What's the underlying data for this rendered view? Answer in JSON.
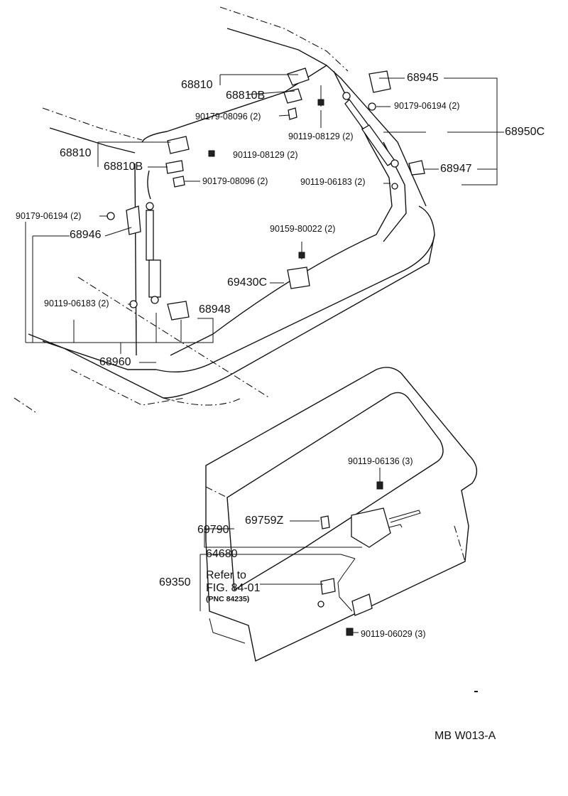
{
  "labels": {
    "p68810_a": "68810",
    "p68810b_a": "68810B",
    "p90179_08096_a": "90179-08096 (2)",
    "p90119_08129_a": "90119-08129 (2)",
    "p68945": "68945",
    "p90179_06194_a": "90179-06194 (2)",
    "p68950c": "68950C",
    "p68947": "68947",
    "p90119_06183_a": "90119-06183 (2)",
    "p68810_b": "68810",
    "p68810b_b": "68810B",
    "p90119_08129_b": "90119-08129 (2)",
    "p90179_08096_b": "90179-08096 (2)",
    "p90179_06194_b": "90179-06194 (2)",
    "p68946": "68946",
    "p90159_80022": "90159-80022 (2)",
    "p69430c": "69430C",
    "p90119_06183_b": "90119-06183 (2)",
    "p68948": "68948",
    "p68960": "68960",
    "p90119_06136": "90119-06136 (3)",
    "p69759z": "69759Z",
    "p69790": "69790",
    "p64680": "64680",
    "p69350": "69350",
    "refer_to": "Refer to",
    "fig_ref": "FIG. 84-01",
    "pnc_ref": "(PNC 84235)",
    "p90119_06029": "90119-06029 (3)",
    "diagram_code": "MB W013-A"
  }
}
